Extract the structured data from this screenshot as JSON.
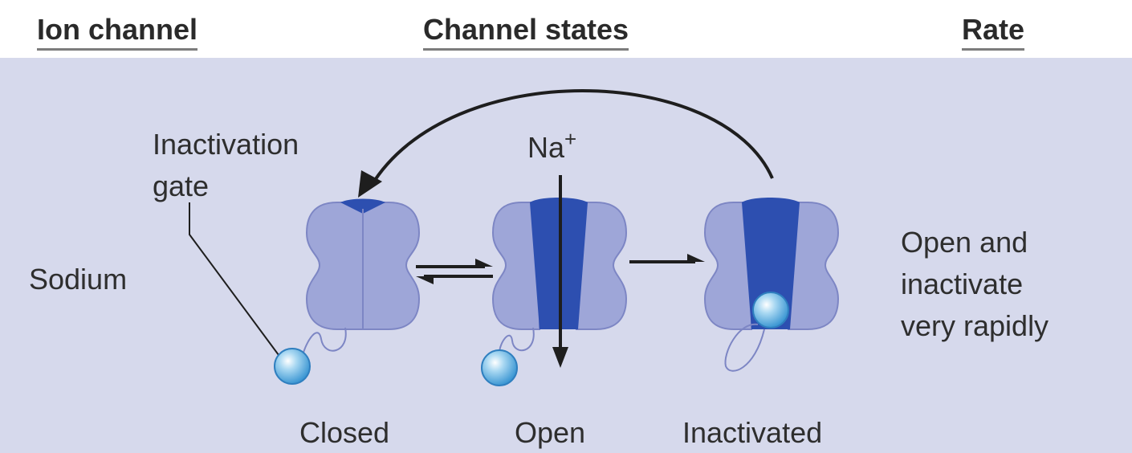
{
  "headers": {
    "ion_channel": "Ion channel",
    "channel_states": "Channel states",
    "rate": "Rate"
  },
  "labels": {
    "inactivation_line1": "Inactivation",
    "inactivation_line2": "gate",
    "channel_type": "Sodium",
    "ion": "Na",
    "ion_charge": "+"
  },
  "states": {
    "closed": "Closed",
    "open": "Open",
    "inactivated": "Inactivated"
  },
  "rate": {
    "line1": "Open and",
    "line2": "inactivate",
    "line3": "very rapidly"
  },
  "colors": {
    "panel_bg": "#d6d9ec",
    "channel_light": "#9ea6d8",
    "channel_dark": "#2d4fb0",
    "arrow": "#1e1e1e",
    "ball": "#4fa8dc"
  }
}
